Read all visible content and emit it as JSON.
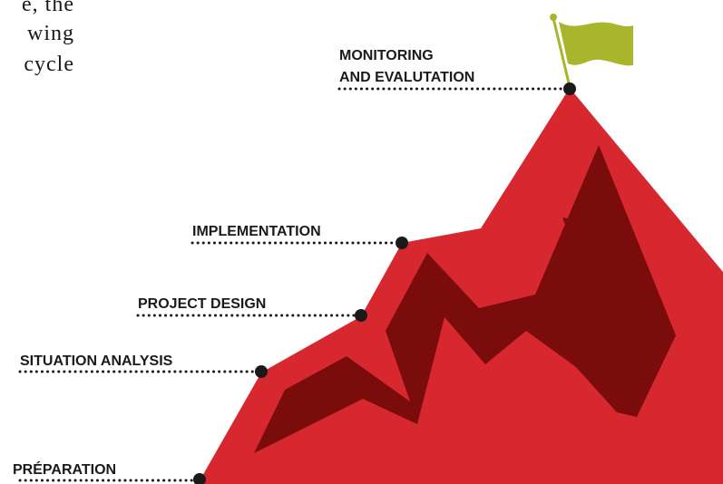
{
  "intro": {
    "lines": [
      "e, the",
      "wing",
      "cycle"
    ]
  },
  "colors": {
    "mountain": "#d8282f",
    "shadow": "#7a0c0c",
    "flag": "#a9b52a",
    "pole": "#a9b52a",
    "ink": "#1a1a1a"
  },
  "stages": [
    {
      "label_lines": [
        "PRÉPARATION"
      ]
    },
    {
      "label_lines": [
        "SITUATION ANALYSIS"
      ]
    },
    {
      "label_lines": [
        "PROJECT DESIGN"
      ]
    },
    {
      "label_lines": [
        "IMPLEMENTATION"
      ]
    },
    {
      "label_lines": [
        "MONITORING",
        "AND EVALUTATION"
      ]
    }
  ],
  "icons": {
    "summit_flag": "flag-icon"
  }
}
